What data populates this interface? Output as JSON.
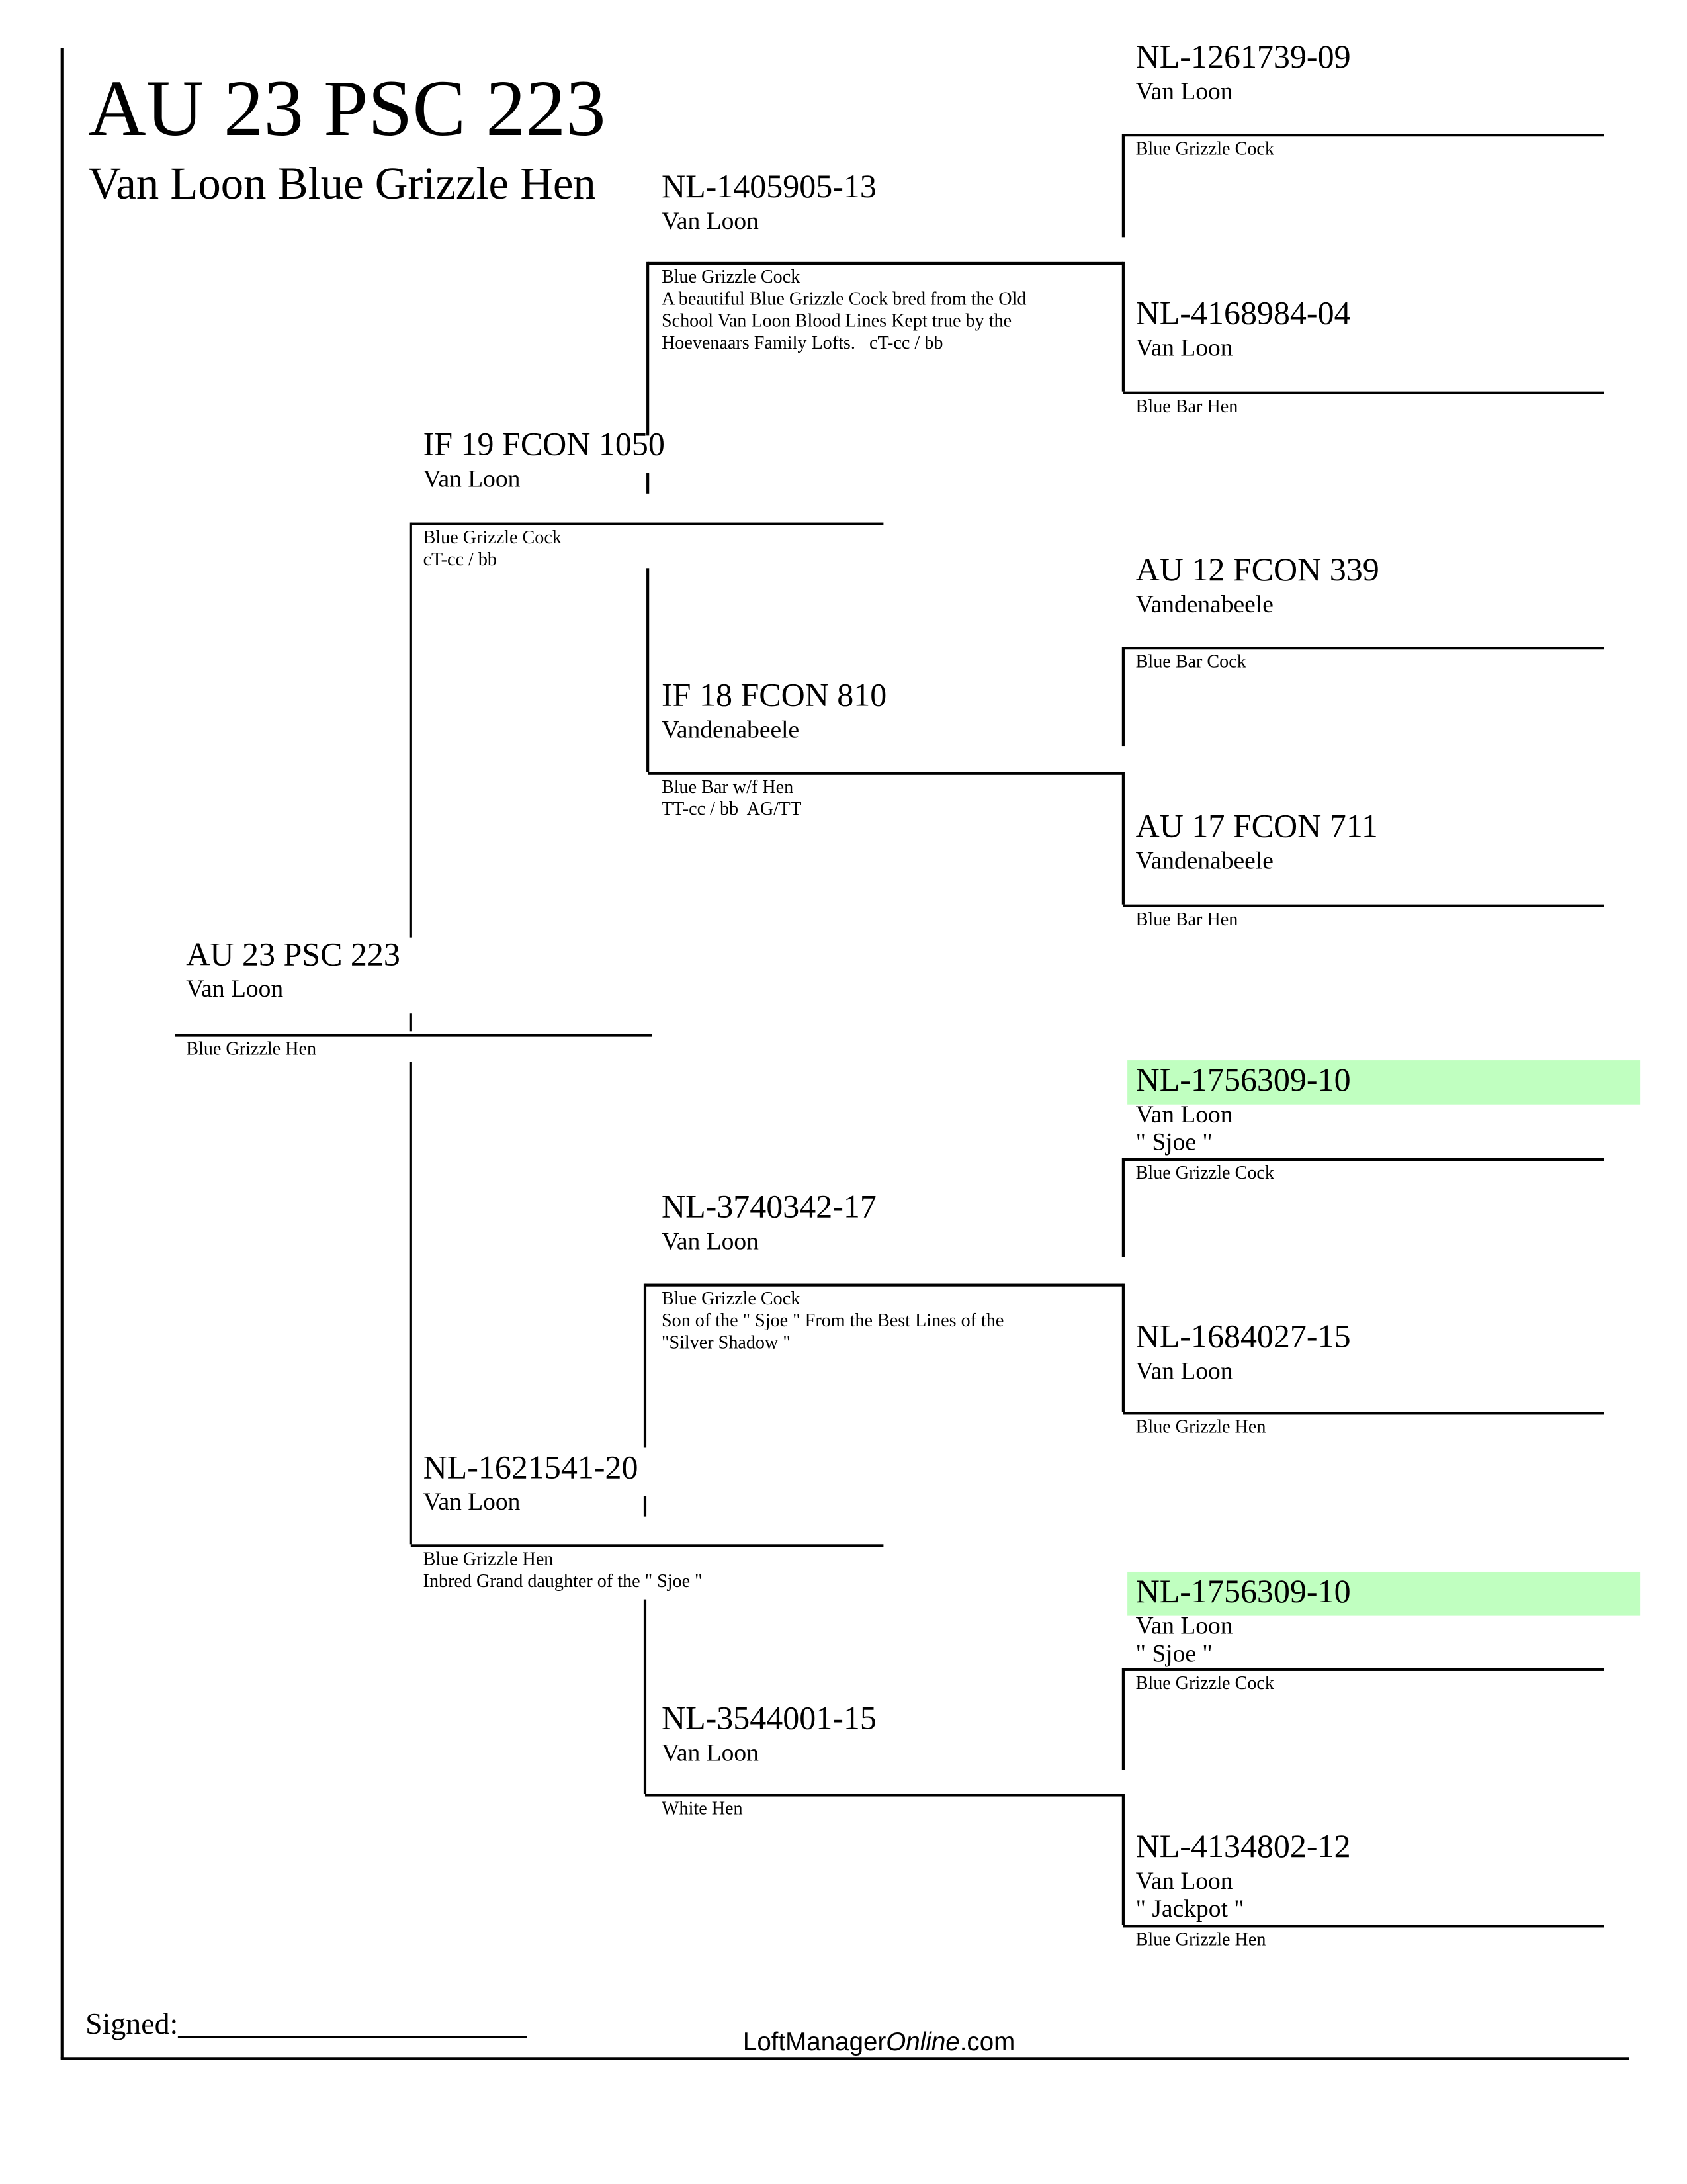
{
  "header": {
    "title": "AU 23 PSC 223",
    "subtitle": "Van Loon Blue Grizzle Hen"
  },
  "highlight_color": "#c0ffc0",
  "pedigree": {
    "subject": {
      "ring": "AU 23 PSC 223",
      "name": "Van Loon",
      "color": "Blue Grizzle Hen"
    },
    "sire": {
      "ring": "IF 19 FCON 1050",
      "name": "Van Loon",
      "color": "Blue Grizzle Cock",
      "note": "cT-cc / bb"
    },
    "dam": {
      "ring": "NL-1621541-20",
      "name": "Van Loon",
      "color": "Blue Grizzle Hen",
      "note": "Inbred Grand daughter of the \" Sjoe \""
    },
    "ss": {
      "ring": "NL-1405905-13",
      "name": "Van Loon",
      "color": "Blue Grizzle Cock",
      "note": "A beautiful Blue Grizzle Cock bred from the Old\nSchool Van Loon Blood Lines Kept true by the\nHoevenaars Family Lofts.   cT-cc / bb"
    },
    "sd": {
      "ring": "IF 18 FCON 810",
      "name": "Vandenabeele",
      "color": "Blue Bar w/f Hen",
      "note": "TT-cc / bb  AG/TT"
    },
    "ds": {
      "ring": "NL-3740342-17",
      "name": "Van Loon",
      "color": "Blue Grizzle Cock",
      "note": "Son of the \" Sjoe \" From the Best Lines of the\n\"Silver Shadow \""
    },
    "dd": {
      "ring": "NL-3544001-15",
      "name": "Van Loon",
      "color": "White Hen"
    },
    "sss": {
      "ring": "NL-1261739-09",
      "name": "Van Loon",
      "color": "Blue Grizzle Cock"
    },
    "ssd": {
      "ring": "NL-4168984-04",
      "name": "Van Loon",
      "color": "Blue Bar Hen"
    },
    "sds": {
      "ring": "AU 12 FCON 339",
      "name": "Vandenabeele",
      "color": "Blue Bar Cock"
    },
    "sdd": {
      "ring": "AU 17 FCON 711",
      "name": "Vandenabeele",
      "color": "Blue Bar Hen"
    },
    "dss": {
      "ring": "NL-1756309-10",
      "name": "Van Loon",
      "nickname": "\" Sjoe \"",
      "color": "Blue Grizzle Cock",
      "highlighted": true
    },
    "dsd": {
      "ring": "NL-1684027-15",
      "name": "Van Loon",
      "color": "Blue Grizzle Hen"
    },
    "dds": {
      "ring": "NL-1756309-10",
      "name": "Van Loon",
      "nickname": "\" Sjoe \"",
      "color": "Blue Grizzle Cock",
      "highlighted": true
    },
    "ddd": {
      "ring": "NL-4134802-12",
      "name": "Van Loon",
      "nickname": "\" Jackpot \"",
      "color": "Blue Grizzle Hen"
    }
  },
  "footer": {
    "signed_label": "Signed:_______________________",
    "brand_prefix": "LoftManager",
    "brand_italic": "Online",
    "brand_suffix": ".com"
  }
}
